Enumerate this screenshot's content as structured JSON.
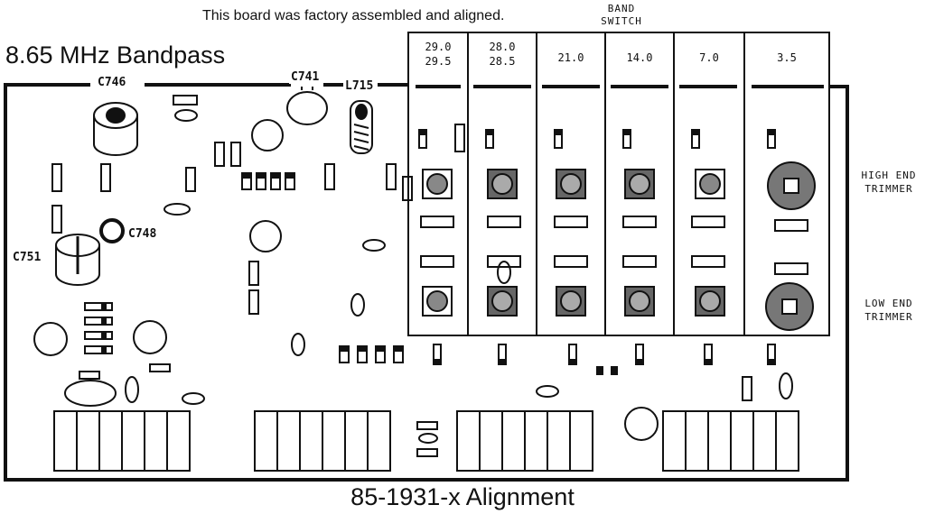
{
  "header": {
    "note": "This board was factory assembled and aligned.",
    "title": "8.65 MHz Bandpass",
    "band_switch_line1": "BAND",
    "band_switch_line2": "SWITCH"
  },
  "trimmers": {
    "high_line1": "HIGH END",
    "high_line2": "TRIMMER",
    "low_line1": "LOW END",
    "low_line2": "TRIMMER"
  },
  "parts": {
    "c746": "C746",
    "c741": "C741",
    "l715": "L715",
    "c748": "C748",
    "c751": "C751"
  },
  "bands": [
    {
      "line1": "29.0",
      "line2": "29.5"
    },
    {
      "line1": "28.0",
      "line2": "28.5"
    },
    {
      "line1": "21.0",
      "line2": ""
    },
    {
      "line1": "14.0",
      "line2": ""
    },
    {
      "line1": "7.0",
      "line2": ""
    },
    {
      "line1": "3.5",
      "line2": ""
    }
  ],
  "footer": {
    "caption": "85-1931-x Alignment"
  }
}
